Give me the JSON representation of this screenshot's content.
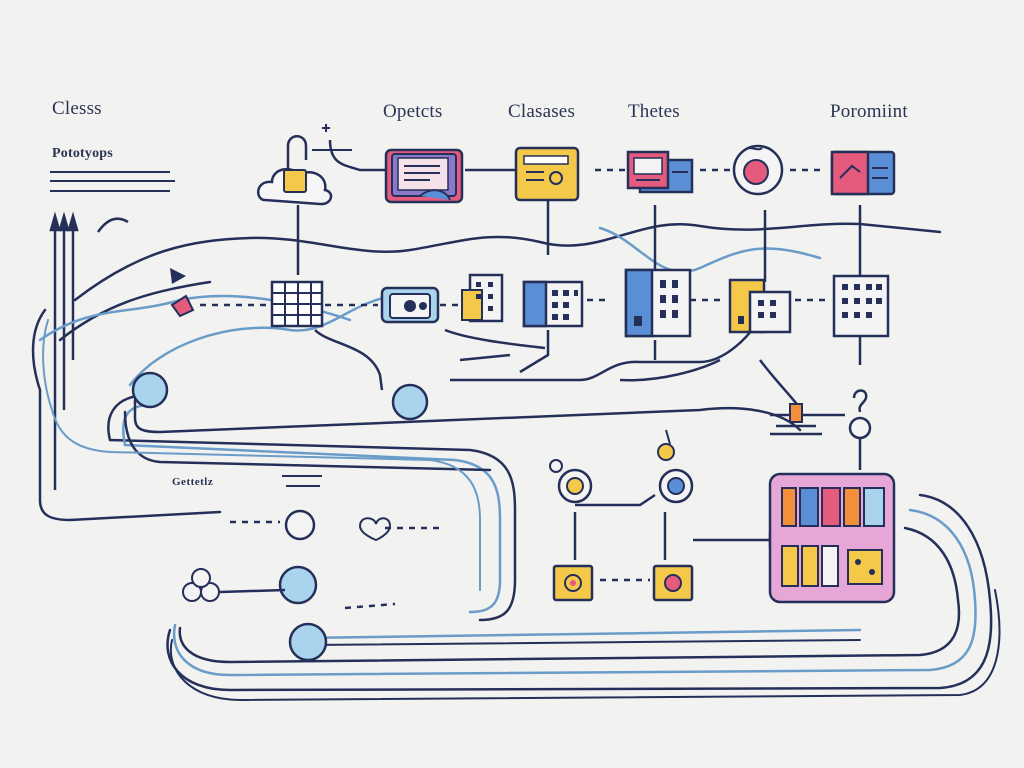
{
  "labels": {
    "classes_top_left": "Clesss",
    "prototypes": "Pototyops",
    "objects": "Opetcts",
    "classes": "Clasases",
    "thetes": "Thetes",
    "poromiint": "Poromiint",
    "mid_left": "Gettetlz"
  },
  "colors": {
    "line_dark": "#25305a",
    "line_light": "#6a9cc9",
    "yellow": "#f4c94a",
    "pink": "#e55b7d",
    "blue": "#5a8fd6",
    "purple": "#8a78c9",
    "orange": "#f28e3c",
    "light_blue_fill": "#aad4ee",
    "panel_pink": "#e6a6d6"
  }
}
